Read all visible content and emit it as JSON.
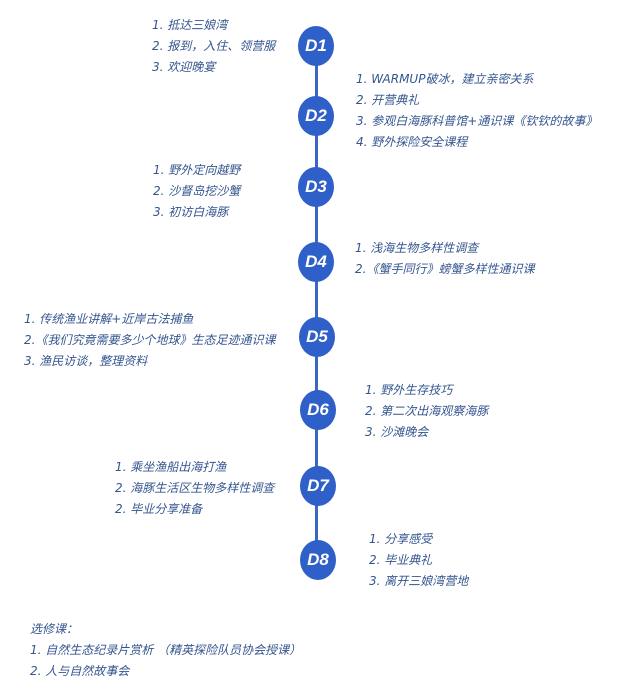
{
  "days": [
    {
      "label": "D1",
      "items": [
        "1. 抵达三娘湾",
        "2. 报到，入住、领营服",
        "3. 欢迎晚宴"
      ]
    },
    {
      "label": "D2",
      "items": [
        "1. WARMUP破冰，建立亲密关系",
        "2. 开营典礼",
        "3. 参观白海豚科普馆+通识课《钦钦的故事》",
        "4. 野外探险安全课程"
      ]
    },
    {
      "label": "D3",
      "items": [
        "1. 野外定向越野",
        "2. 沙督岛挖沙蟹",
        "3. 初访白海豚"
      ]
    },
    {
      "label": "D4",
      "items": [
        "1. 浅海生物多样性调查",
        "2.《蟹手同行》螃蟹多样性通识课"
      ]
    },
    {
      "label": "D5",
      "items": [
        "1. 传统渔业讲解+近岸古法捕鱼",
        "2.《我们究竟需要多少个地球》生态足迹通识课",
        "3. 渔民访谈，整理资料"
      ]
    },
    {
      "label": "D6",
      "items": [
        "1. 野外生存技巧",
        "2. 第二次出海观察海豚",
        "3. 沙滩晚会"
      ]
    },
    {
      "label": "D7",
      "items": [
        "1. 乘坐渔船出海打渔",
        "2. 海豚生活区生物多样性调查",
        "2. 毕业分享准备"
      ]
    },
    {
      "label": "D8",
      "items": [
        "1. 分享感受",
        "2. 毕业典礼",
        "3. 离开三娘湾营地"
      ]
    }
  ],
  "electives": {
    "title": "选修课：",
    "items": [
      "1. 自然生态纪录片赏析 （精英探险队员协会授课）",
      "2. 人与自然故事会"
    ]
  }
}
